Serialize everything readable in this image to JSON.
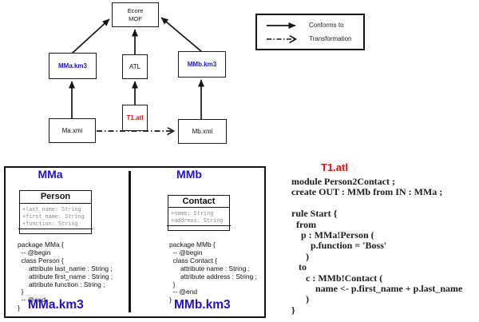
{
  "colors": {
    "blue": "#2211cc",
    "red": "#e01212",
    "ink": "#141414"
  },
  "diagram": {
    "nodes": {
      "ecore": {
        "label": [
          "Ecore",
          "MOF"
        ]
      },
      "mma_km3": {
        "label": "MMa.km3"
      },
      "atl": {
        "label": "ATL"
      },
      "mmb_km3": {
        "label": "MMb.km3"
      },
      "ma_xmi": {
        "label": "Ma.xmi"
      },
      "t1_atl": {
        "label": "T1.atl"
      },
      "mb_xmi": {
        "label": "Mb.xmi"
      }
    },
    "relations": [
      {
        "from": "MMa.km3",
        "to": "Ecore MOF",
        "type": "conforms-to"
      },
      {
        "from": "ATL",
        "to": "Ecore MOF",
        "type": "conforms-to"
      },
      {
        "from": "MMb.km3",
        "to": "Ecore MOF",
        "type": "conforms-to"
      },
      {
        "from": "Ma.xmi",
        "to": "MMa.km3",
        "type": "conforms-to"
      },
      {
        "from": "T1.atl",
        "to": "ATL",
        "type": "conforms-to"
      },
      {
        "from": "Mb.xmi",
        "to": "MMb.km3",
        "type": "conforms-to"
      },
      {
        "from": "Ma.xmi",
        "to": "Mb.xmi",
        "type": "transformation"
      }
    ]
  },
  "legend": {
    "items": [
      {
        "label": "Conforms to",
        "line": "solid",
        "head": "filled"
      },
      {
        "label": "Transformation",
        "line": "dash-dot",
        "head": "open"
      }
    ]
  },
  "metamodel_panel": {
    "left": {
      "title": "MMa",
      "class": {
        "name": "Person",
        "attributes": [
          "+last_name: String",
          "+first_name: String",
          "+function: String"
        ]
      },
      "code": [
        "package MMa {",
        "  -- @begin",
        "  class Person {",
        "      attribute last_name : String ;",
        "      attribute first_name : String ;",
        "      attribute function : String ;",
        "  }",
        "  -- @end",
        "}"
      ],
      "caption": "MMa.km3"
    },
    "right": {
      "title": "MMb",
      "class": {
        "name": "Contact",
        "attributes": [
          "+name: String",
          "+address: String"
        ]
      },
      "code": [
        "package MMb {",
        "  -- @begin",
        "  class Contact {",
        "      attribute name : String ;",
        "      attribute address : String ;",
        "  }",
        "  -- @end",
        "}"
      ],
      "caption": "MMb.km3"
    }
  },
  "atl_panel": {
    "title": "T1.atl",
    "code": [
      "module Person2Contact ;",
      "create OUT : MMb from IN : MMa ;",
      "",
      "rule Start {",
      "  from",
      "    p : MMa!Person (",
      "        p.function = 'Boss'",
      "      )",
      "   to",
      "      c : MMb!Contact (",
      "          name <- p.first_name + p.last_name",
      "      )",
      "}"
    ]
  }
}
